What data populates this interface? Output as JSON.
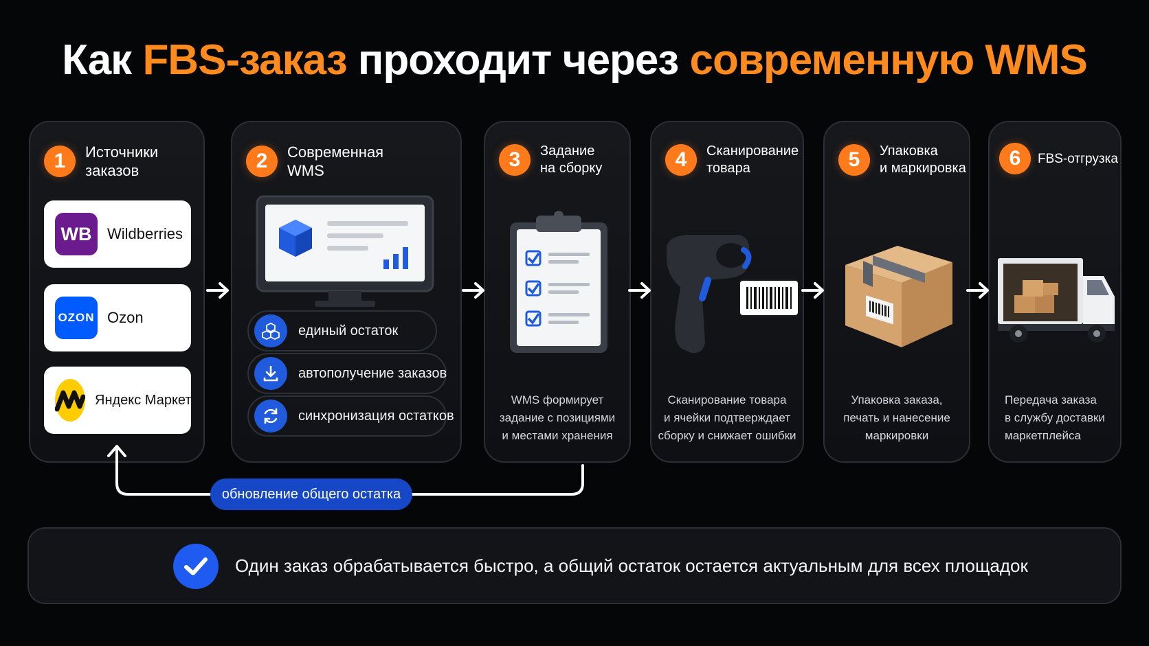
{
  "title": {
    "part1": "Как ",
    "accent1": "FBS-заказ",
    "part2": " проходит через ",
    "accent2": "современную WMS"
  },
  "colors": {
    "accent": "#ff7a1a",
    "blue": "#1f5bdc",
    "background": "#050608"
  },
  "steps": [
    {
      "number": "1",
      "title_line1": "Источники",
      "title_line2": "заказов"
    },
    {
      "number": "2",
      "title_line1": "Современная",
      "title_line2": "WMS"
    },
    {
      "number": "3",
      "title_line1": "Задание",
      "title_line2": "на сборку",
      "desc_line1": "WMS формирует",
      "desc_line2": "задание с позициями",
      "desc_line3": "и местами хранения",
      "icon": "clipboard-checklist-icon"
    },
    {
      "number": "4",
      "title_line1": "Сканирование",
      "title_line2": "товара",
      "desc_line1": "Сканирование товара",
      "desc_line2": "и ячейки подтверждает",
      "desc_line3": "сборку и снижает ошибки",
      "icon": "barcode-scanner-icon"
    },
    {
      "number": "5",
      "title_line1": "Упаковка",
      "title_line2": "и маркировка",
      "desc_line1": "Упаковка заказа,",
      "desc_line2": "печать и нанесение",
      "desc_line3": "маркировки",
      "icon": "package-box-icon"
    },
    {
      "number": "6",
      "title_line1": "FBS-отгрузка",
      "title_line2": "",
      "desc_line1": "Передача заказа",
      "desc_line2": "в службу доставки",
      "desc_line3": "маркетплейса",
      "icon": "delivery-truck-icon"
    }
  ],
  "marketplaces": [
    {
      "name": "Wildberries",
      "logo_text": "WB"
    },
    {
      "name": "Ozon",
      "logo_text": "OZON"
    },
    {
      "name": "Яндекс Маркет",
      "logo_text": ""
    }
  ],
  "wms_features": [
    {
      "label": "единый остаток",
      "icon": "boxes-icon"
    },
    {
      "label": "автополучение заказов",
      "icon": "download-icon"
    },
    {
      "label": "синхронизация остатков",
      "icon": "sync-icon"
    }
  ],
  "loop_label": "обновление общего остатка",
  "banner": {
    "text": "Один заказ обрабатывается быстро, а общий остаток остается актуальным для всех площадок",
    "icon": "checkmark-icon"
  }
}
